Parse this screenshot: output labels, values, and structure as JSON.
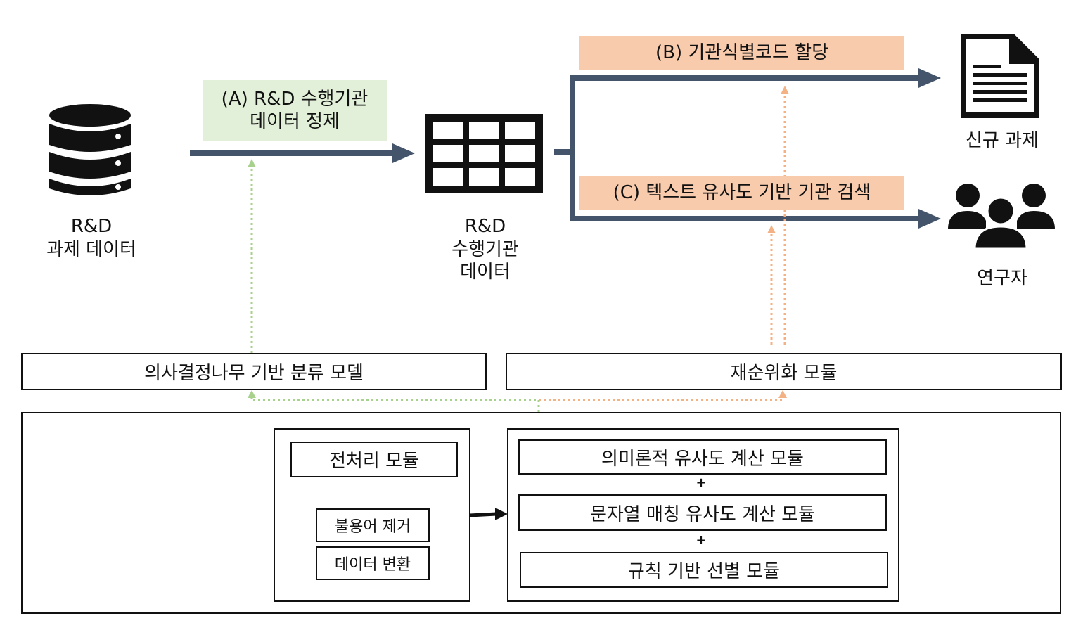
{
  "colors": {
    "arrow": "#44546a",
    "green_fill": "#e2efd9",
    "green_dot": "#a9d18e",
    "orange_fill": "#f8cbad",
    "orange_dot": "#f4b183"
  },
  "icons": {
    "database": "database-icon",
    "table": "table-grid-icon",
    "document": "document-icon",
    "people": "people-group-icon"
  },
  "nodes": {
    "rnd_project_data": {
      "line1": "R&D",
      "line2": "과제 데이터"
    },
    "institution_data": {
      "line1": "R&D",
      "line2": "수행기관",
      "line3": "데이터"
    },
    "new_project": "신규 과제",
    "researcher": "연구자"
  },
  "steps": {
    "a": {
      "line1": "(A) R&D 수행기관",
      "line2": "데이터 정제"
    },
    "b": "(B) 기관식별코드 할당",
    "c": "(C) 텍스트 유사도 기반 기관 검색"
  },
  "models": {
    "decision_tree": "의사결정나무 기반 분류 모델",
    "rerank": "재순위화 모듈"
  },
  "modules": {
    "preprocess": "전처리 모듈",
    "stopword": "불용어 제거",
    "transform": "데이터 변환",
    "semantic": "의미론적 유사도 계산 모듈",
    "string_match": "문자열 매칭 유사도 계산 모듈",
    "rule_based": "규칙 기반 선별 모듈",
    "plus": "+"
  }
}
